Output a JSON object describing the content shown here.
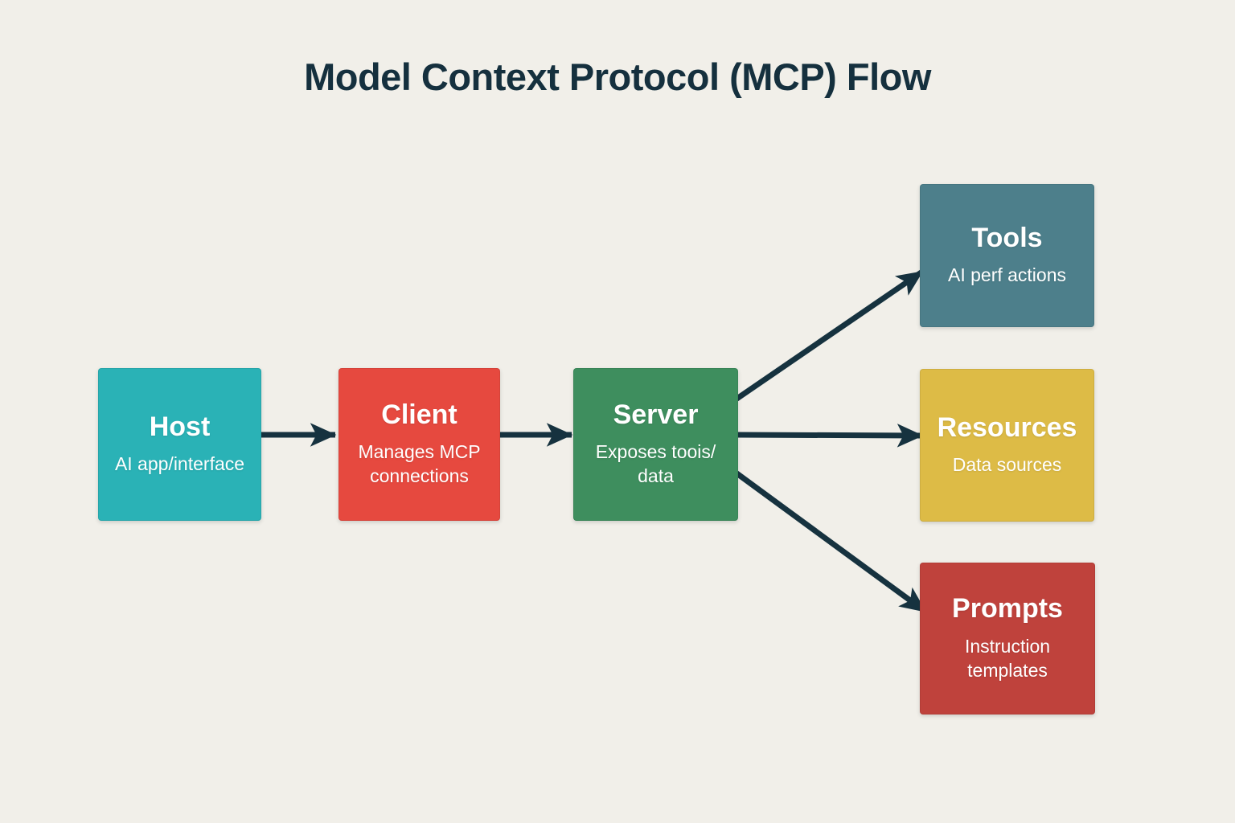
{
  "title": "Model Context Protocol (MCP) Flow",
  "colors": {
    "background": "#f1efe9",
    "title_text": "#15303e",
    "arrow": "#16323f",
    "host": "#2ab2b6",
    "client": "#e6493f",
    "server": "#3e8e5e",
    "tools": "#4d7f8b",
    "resources": "#ddbb46",
    "prompts": "#bf423c"
  },
  "nodes": {
    "host": {
      "label": "Host",
      "subtitle": "AI app/interface"
    },
    "client": {
      "label": "Client",
      "subtitle": "Manages MCP connections"
    },
    "server": {
      "label": "Server",
      "subtitle": "Exposes toois/\ndata"
    },
    "tools": {
      "label": "Tools",
      "subtitle": "AI perf actions"
    },
    "resources": {
      "label": "Resources",
      "subtitle": "Data sources"
    },
    "prompts": {
      "label": "Prompts",
      "subtitle": "Instruction templates"
    }
  },
  "edges": [
    {
      "from": "host",
      "to": "client"
    },
    {
      "from": "client",
      "to": "server"
    },
    {
      "from": "server",
      "to": "tools"
    },
    {
      "from": "server",
      "to": "resources"
    },
    {
      "from": "server",
      "to": "prompts"
    }
  ]
}
